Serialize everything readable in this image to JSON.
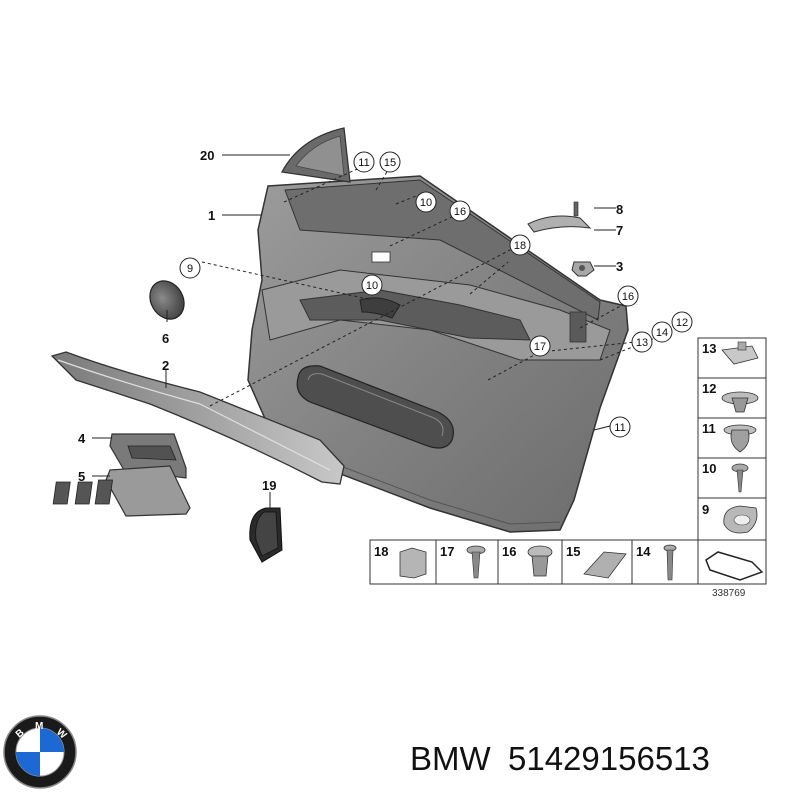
{
  "diagram": {
    "id_number": "338769",
    "part_labels": {
      "p1": "1",
      "p2": "2",
      "p3": "3",
      "p4": "4",
      "p5": "5",
      "p6": "6",
      "p7": "7",
      "p8": "8",
      "p9": "9",
      "p10a": "10",
      "p10b": "10",
      "p11a": "11",
      "p11b": "11",
      "p12": "12",
      "p13": "13",
      "p14": "14",
      "p15": "15",
      "p16a": "16",
      "p16b": "16",
      "p17": "17",
      "p18": "18",
      "p19": "19",
      "p20": "20"
    },
    "legend_right": [
      "13",
      "12",
      "11",
      "10",
      "9"
    ],
    "legend_bottom": [
      "18",
      "17",
      "16",
      "15",
      "14"
    ]
  },
  "footer": {
    "brand_name": "BMW",
    "part_number": "51429156513",
    "logo_letters": [
      "B",
      "M",
      "W"
    ]
  },
  "colors": {
    "panel": "#8a8a8a",
    "panel_light": "#b4b4b4",
    "panel_dark": "#5e5e5e",
    "logo_blue": "#1c69d4",
    "logo_black": "#1a1a1a"
  }
}
